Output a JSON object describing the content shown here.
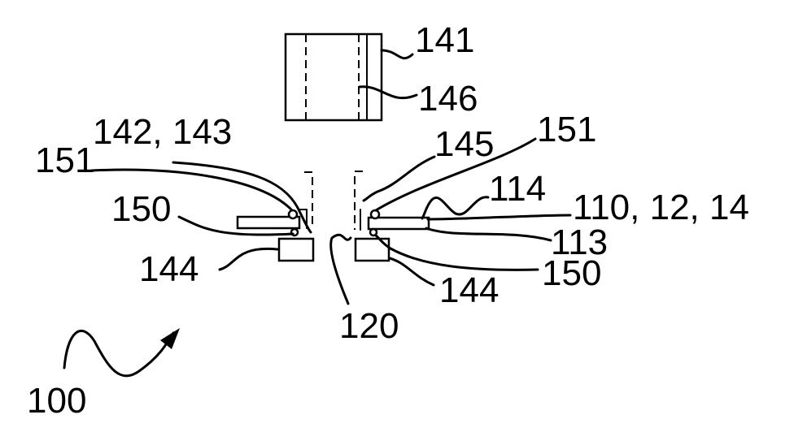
{
  "labels": {
    "l141": "141",
    "l146": "146",
    "l142_143": "142, 143",
    "l145": "145",
    "l151_right": "151",
    "l151_left": "151",
    "l114": "114",
    "l150_left": "150",
    "l110_12_14": "110, 12, 14",
    "l113": "113",
    "l144_left": "144",
    "l150_right": "150",
    "l144_right": "144",
    "l120": "120",
    "l100": "100"
  }
}
